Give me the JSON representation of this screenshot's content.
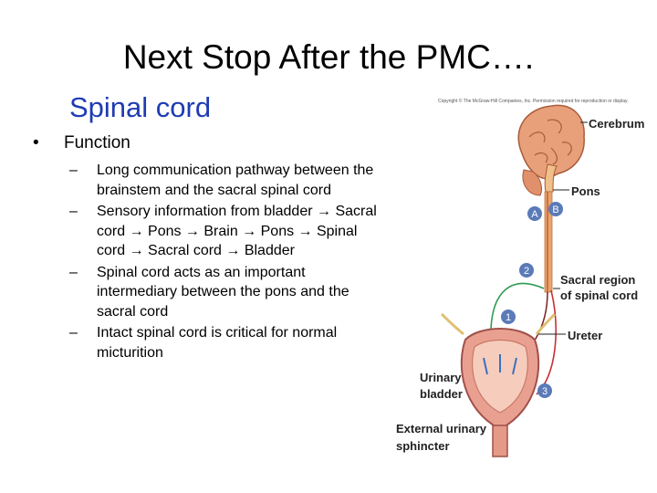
{
  "slide": {
    "title": "Next Stop After the PMC….",
    "subtitle": "Spinal cord",
    "bullet": "Function",
    "sub_bullets": [
      "Long communication pathway between the brainstem and the sacral spinal cord",
      "Sensory information from bladder → Sacral cord → Pons → Brain → Pons → Spinal cord → Sacral cord → Bladder",
      "Spinal cord acts as an important intermediary between the pons and the sacral cord",
      "Intact spinal cord is critical for normal micturition"
    ]
  },
  "figure": {
    "copyright": "Copyright © The McGraw-Hill Companies, Inc. Permission required for reproduction or display.",
    "labels": {
      "cerebrum": "Cerebrum",
      "pons": "Pons",
      "sacral1": "Sacral region",
      "sacral2": "of spinal cord",
      "ureter": "Ureter",
      "bladder1": "Urinary",
      "bladder2": "bladder",
      "sphincter1": "External urinary",
      "sphincter2": "sphincter"
    },
    "markers": [
      "A",
      "B",
      "1",
      "2",
      "3"
    ]
  }
}
